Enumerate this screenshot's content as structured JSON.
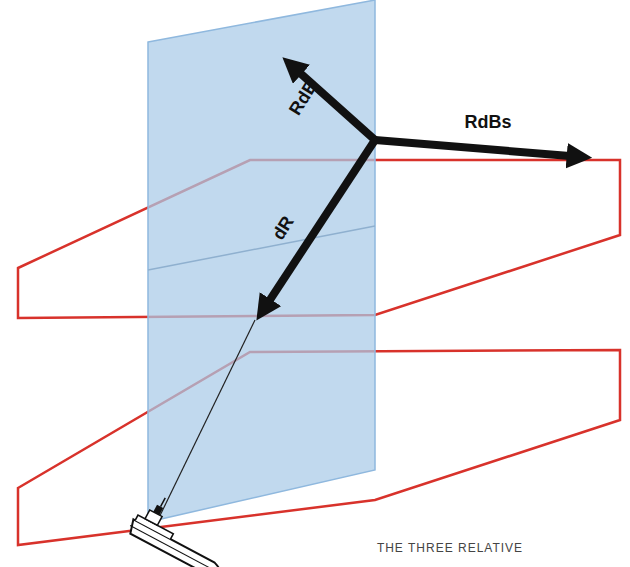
{
  "diagram": {
    "labels": [
      "RdE",
      "RdBs",
      "dR",
      "THE THREE RELATIVE"
    ]
  }
}
